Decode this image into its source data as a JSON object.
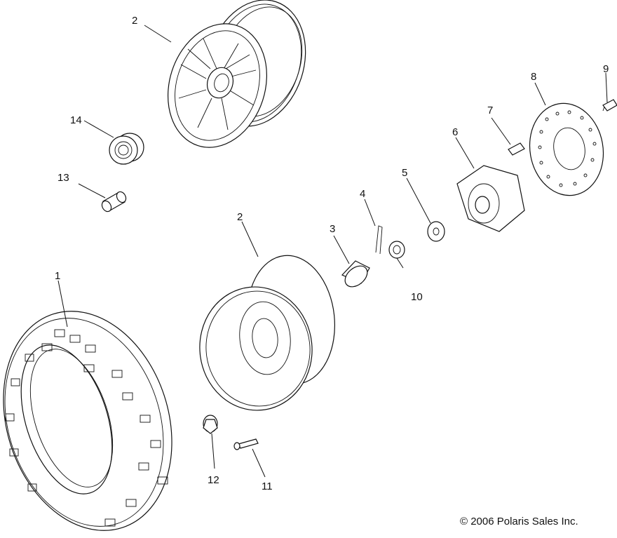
{
  "diagram": {
    "callouts": [
      {
        "id": "c1",
        "label": "1"
      },
      {
        "id": "c2a",
        "label": "2"
      },
      {
        "id": "c2b",
        "label": "2"
      },
      {
        "id": "c3",
        "label": "3"
      },
      {
        "id": "c4",
        "label": "4"
      },
      {
        "id": "c5",
        "label": "5"
      },
      {
        "id": "c6",
        "label": "6"
      },
      {
        "id": "c7",
        "label": "7"
      },
      {
        "id": "c8",
        "label": "8"
      },
      {
        "id": "c9",
        "label": "9"
      },
      {
        "id": "c10",
        "label": "10"
      },
      {
        "id": "c11",
        "label": "11"
      },
      {
        "id": "c12",
        "label": "12"
      },
      {
        "id": "c13",
        "label": "13"
      },
      {
        "id": "c14",
        "label": "14"
      }
    ],
    "copyright": "© 2006 Polaris Sales Inc.",
    "colors": {
      "line": "#111111",
      "background": "#ffffff"
    }
  }
}
